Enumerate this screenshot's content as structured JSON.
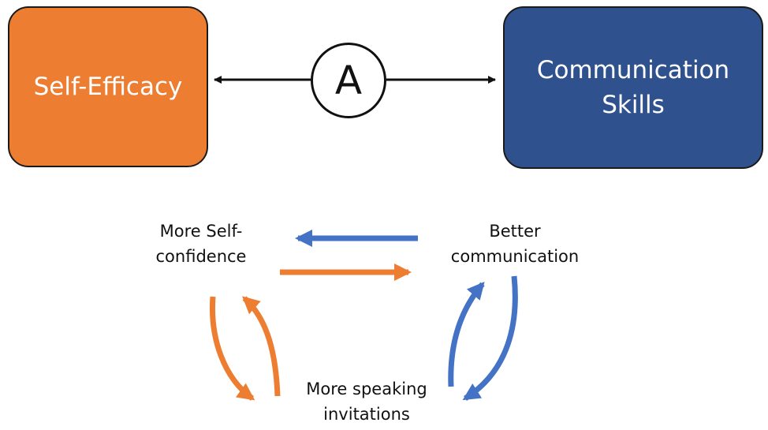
{
  "boxes": {
    "self_efficacy": {
      "label": "Self-Efficacy",
      "color": "#ed7d31"
    },
    "communication_skills": {
      "line1": "Communication",
      "line2": "Skills",
      "color": "#2f528f"
    }
  },
  "connector": {
    "label": "A"
  },
  "cycle": {
    "confidence": {
      "line1": "More Self-",
      "line2": "confidence"
    },
    "communication": {
      "line1": "Better",
      "line2": "communication"
    },
    "speaking": {
      "line1": "More speaking",
      "line2": "invitations"
    }
  },
  "colors": {
    "orange": "#ed7d31",
    "blue": "#4472c4",
    "border": "#1a1a1a"
  }
}
